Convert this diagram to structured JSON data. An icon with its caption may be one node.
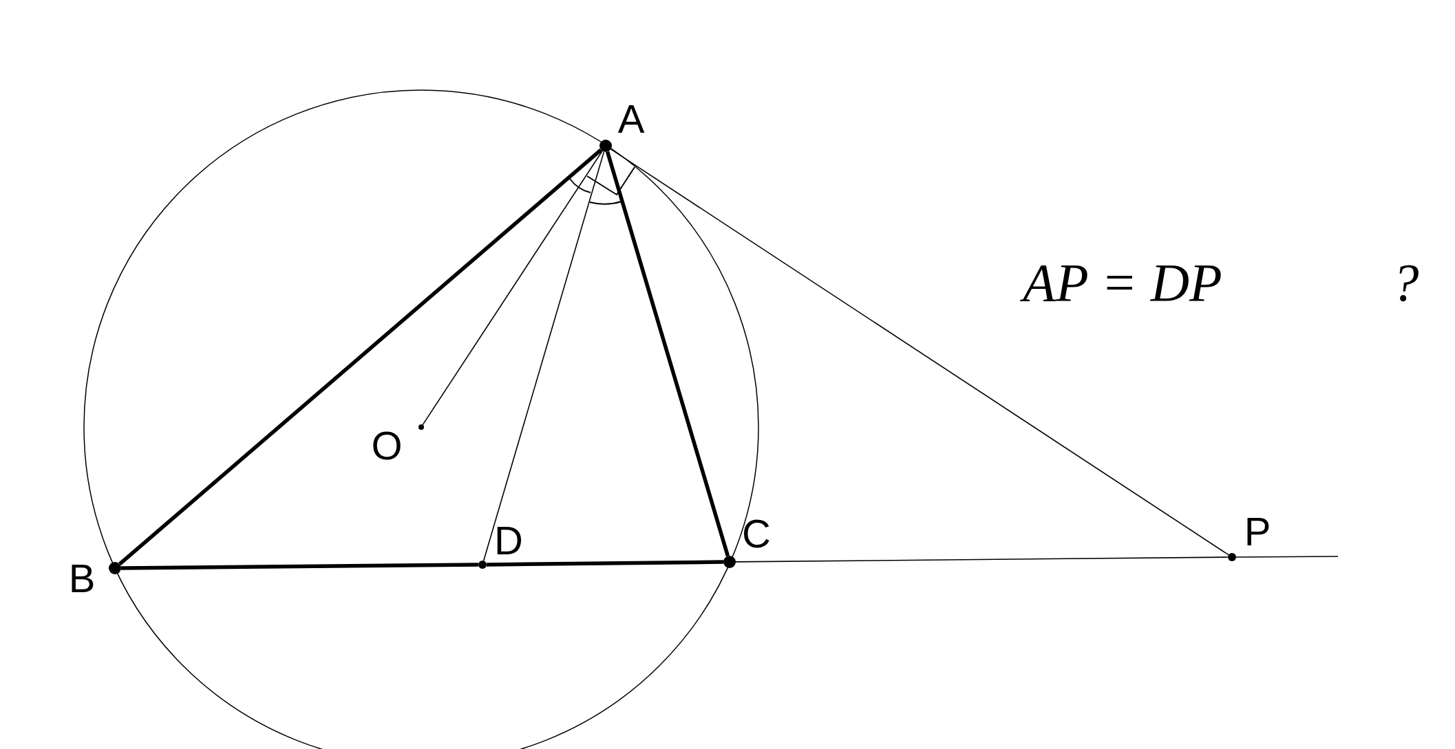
{
  "diagram": {
    "nodes": [
      {
        "text": [
          "A"
        ]
      },
      {
        "text": [
          "O"
        ]
      },
      {
        "text": [
          "P"
        ]
      },
      {
        "text": [
          "C"
        ]
      },
      {
        "text": [
          "D"
        ]
      },
      {
        "text": [
          "B"
        ]
      }
    ],
    "edges": [
      {
        "from": 0,
        "to": 5,
        "arrow": "none",
        "style": "thick"
      },
      {
        "from": 0,
        "to": 1,
        "arrow": "none"
      },
      {
        "from": 0,
        "to": 4,
        "arrow": "none"
      },
      {
        "from": 0,
        "to": 3,
        "arrow": "none",
        "style": "thick"
      },
      {
        "from": 0,
        "to": 2,
        "arrow": "none"
      },
      {
        "from": 5,
        "to": 4,
        "arrow": "none",
        "style": "thick"
      },
      {
        "from": 4,
        "to": 3,
        "arrow": "none",
        "style": "thick"
      },
      {
        "from": 3,
        "to": 2,
        "arrow": "none"
      },
      {
        "from": 2,
        "to": null,
        "arrow": "none"
      }
    ],
    "labels": [
      "AP = DP",
      "?"
    ]
  }
}
